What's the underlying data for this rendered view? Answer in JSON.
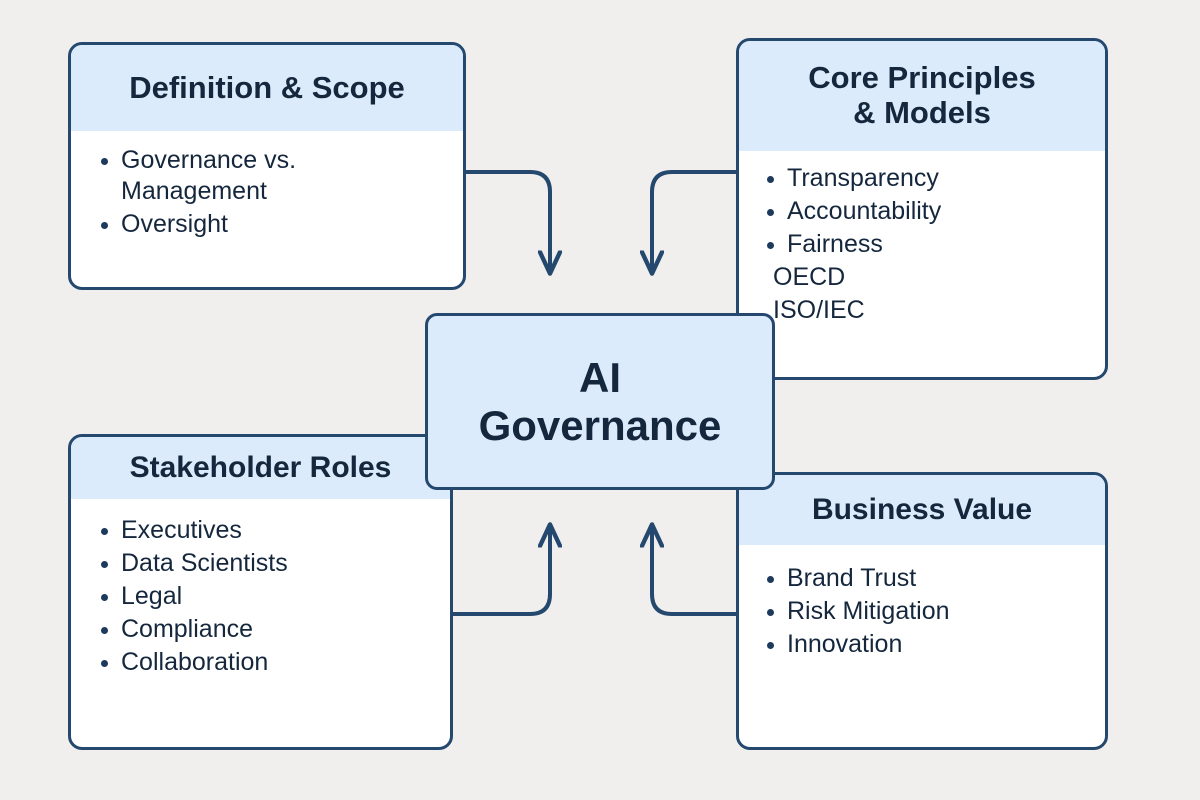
{
  "diagram": {
    "title": "AI Governance",
    "background_color": "#f0efee",
    "border_color": "#24486e",
    "header_fill": "#dcebfb",
    "body_fill": "#ffffff",
    "text_color": "#15273d",
    "center": {
      "label": "AI\nGovernance"
    },
    "nodes": [
      {
        "id": "definition",
        "title": "Definition & Scope",
        "items": [
          {
            "text": "Governance vs. Management",
            "bulleted": true
          },
          {
            "text": "Oversight",
            "bulleted": true
          }
        ]
      },
      {
        "id": "principles",
        "title": "Core Principles\n& Models",
        "items": [
          {
            "text": "Transparency",
            "bulleted": true
          },
          {
            "text": "Accountability",
            "bulleted": true
          },
          {
            "text": "Fairness",
            "bulleted": true
          },
          {
            "text": "OECD",
            "bulleted": false
          },
          {
            "text": "ISO/IEC",
            "bulleted": false
          }
        ]
      },
      {
        "id": "stakeholders",
        "title": "Stakeholder Roles",
        "items": [
          {
            "text": "Executives",
            "bulleted": true
          },
          {
            "text": "Data Scientists",
            "bulleted": true
          },
          {
            "text": "Legal",
            "bulleted": true
          },
          {
            "text": "Compliance",
            "bulleted": true
          },
          {
            "text": "Collaboration",
            "bulleted": true
          }
        ]
      },
      {
        "id": "business",
        "title": "Business Value",
        "items": [
          {
            "text": "Brand Trust",
            "bulleted": true
          },
          {
            "text": "Risk Mitigation",
            "bulleted": true
          },
          {
            "text": "Innovation",
            "bulleted": true
          }
        ]
      }
    ],
    "connectors": [
      {
        "from": "definition",
        "to": "center",
        "direction": "down"
      },
      {
        "from": "principles",
        "to": "center",
        "direction": "down"
      },
      {
        "from": "stakeholders",
        "to": "center",
        "direction": "up"
      },
      {
        "from": "business",
        "to": "center",
        "direction": "up"
      }
    ]
  }
}
